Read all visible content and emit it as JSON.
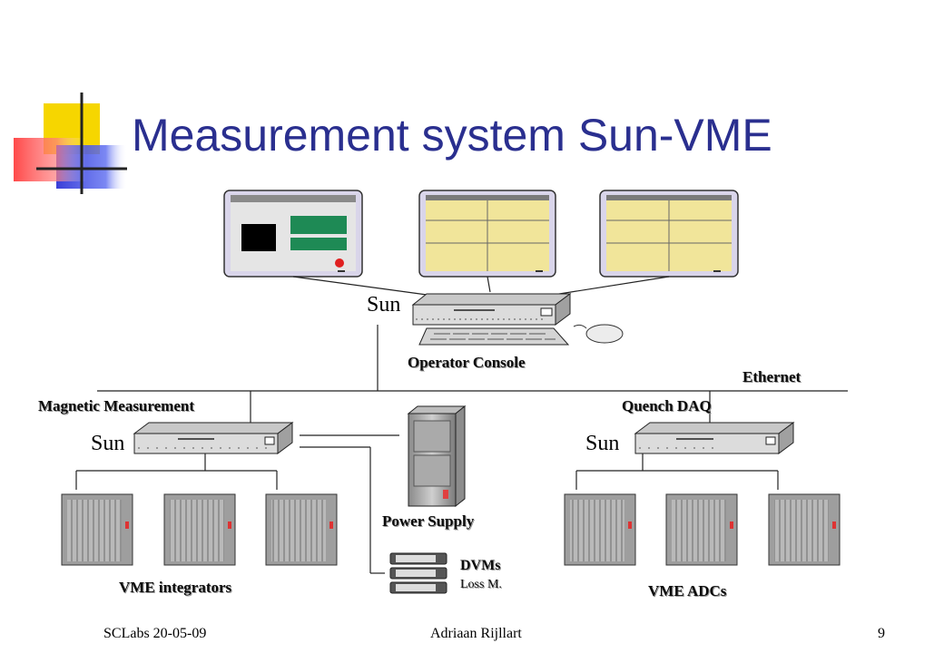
{
  "slide": {
    "title": "Measurement system Sun-VME",
    "diagram": {
      "sun_console": "Sun",
      "operator_console": "Operator Console",
      "ethernet": "Ethernet",
      "magnetic_measurement": "Magnetic Measurement",
      "quench_daq": "Quench DAQ",
      "sun_left": "Sun",
      "sun_right": "Sun",
      "power_supply": "Power Supply",
      "dvms": "DVMs",
      "loss_m": "Loss M.",
      "vme_integrators": "VME integrators",
      "vme_adcs": "VME ADCs"
    },
    "footer": {
      "left": "SCLabs 20-05-09",
      "center": "Adriaan Rijllart",
      "page": "9"
    }
  }
}
